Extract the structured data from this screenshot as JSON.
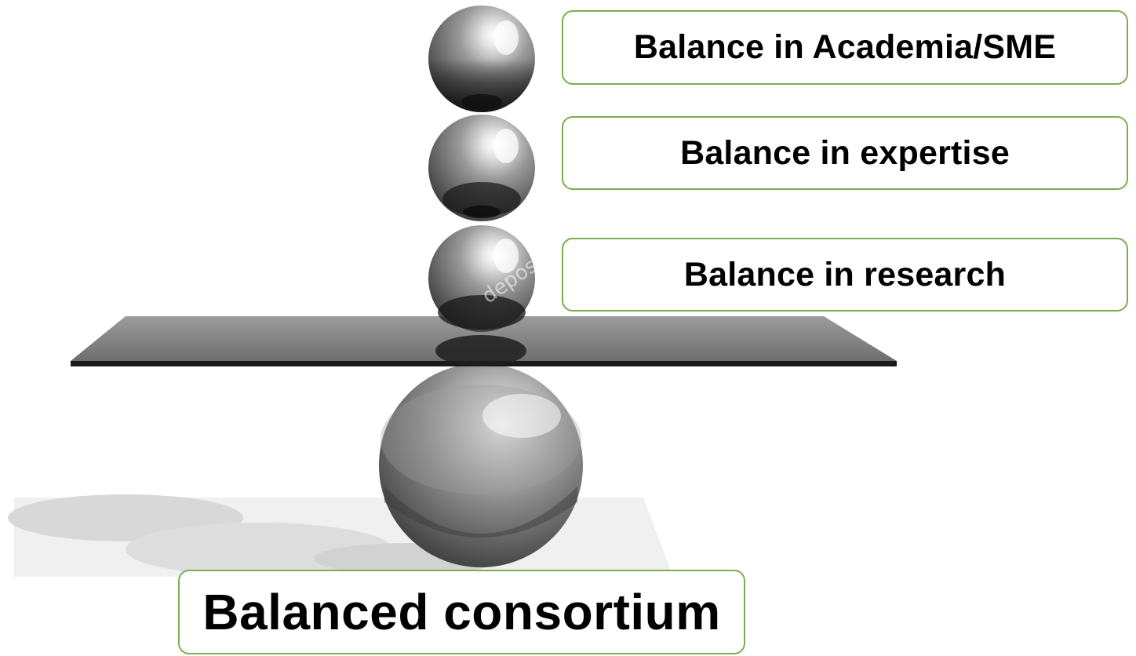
{
  "labels": {
    "academia": "Balance in Academia/SME",
    "expertise": "Balance in expertise",
    "research": "Balance in research",
    "consortium": "Balanced consortium"
  },
  "watermark": "depos",
  "colors": {
    "box_border": "#7dad4f",
    "box_fill": "#ffffff",
    "text": "#000000",
    "sphere_base": "#7a7a7a",
    "plank": "#3a3a3a",
    "shadow": "#e6e6e6"
  },
  "icons": [
    "small-sphere",
    "small-sphere",
    "small-sphere",
    "balance-plank",
    "large-sphere",
    "floor-shadow"
  ]
}
